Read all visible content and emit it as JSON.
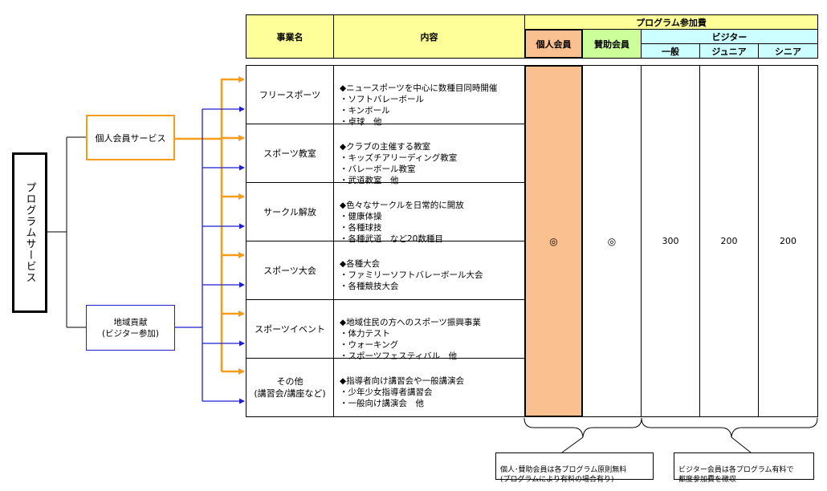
{
  "root_label": "プログラムサービス",
  "services": {
    "member": "個人会員サービス",
    "community_line1": "地域貢献",
    "community_line2": "(ビジター参加)"
  },
  "table": {
    "headers": {
      "program_name": "事業名",
      "content": "内容",
      "fee_group": "プログラム参加費",
      "individual_member": "個人会員",
      "supporting_member": "賛助会員",
      "visitor": "ビジター",
      "general": "一般",
      "junior": "ジュニア",
      "senior": "シニア"
    },
    "rows": [
      {
        "name": "フリースポーツ",
        "content": "◆ニュースポーツを中心に数種目同時開催\n・ソフトバレーボール\n・キンボール\n・卓球　他"
      },
      {
        "name": "スポーツ教室",
        "content": "◆クラブの主催する教室\n・キッズチアリーディング教室\n・バレーボール教室\n・武道教室　他"
      },
      {
        "name": "サークル解放",
        "content": "◆色々なサークルを日常的に開放\n・健康体操\n・各種球技\n・各種武道　など20数種目"
      },
      {
        "name": "スポーツ大会",
        "content": "◆各種大会\n・ファミリーソフトバレーボール大会\n・各種競技大会"
      },
      {
        "name": "スポーツイベント",
        "content": "◆地域住民の方へのスポーツ振興事業\n・体力テスト\n・ウォーキング\n・スポーツフェスティバル　他"
      },
      {
        "name": "その他\n(講習会/講座など)",
        "content": "◆指導者向け講習会や一般講演会\n・少年少女指導者講習会\n・一般向け講演会　他"
      }
    ],
    "fees": {
      "individual_member": "◎",
      "supporting_member": "◎",
      "general": "300",
      "junior": "200",
      "senior": "200"
    }
  },
  "notes": {
    "member_note": "個人･賛助会員は各プログラム原則無料\n(プログラムにより有料の場合有り)",
    "visitor_note": "ビジター会員は各プログラム有料で\n都度参加費を徴収"
  },
  "colors": {
    "header_yellow": "#ffff99",
    "individual_orange": "#fac090",
    "supporting_green": "#ccff99",
    "visitor_blue": "#ccffff",
    "arrow_orange": "#f79c1a",
    "arrow_blue": "#1f1fcc"
  }
}
